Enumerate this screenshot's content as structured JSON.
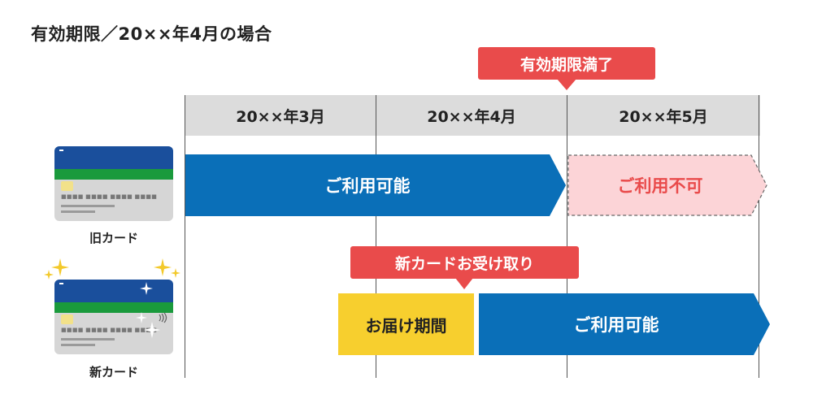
{
  "title": "有効期限／20××年4月の場合",
  "months": [
    "20××年3月",
    "20××年4月",
    "20××年5月"
  ],
  "expiry_tag": "有効期限満了",
  "old_card": {
    "label": "旧カード",
    "available": "ご利用可能",
    "unavailable": "ご利用不可"
  },
  "new_card": {
    "label": "新カード",
    "receive_tag": "新カードお受け取り",
    "delivery_period": "お届け期間",
    "available": "ご利用可能"
  },
  "card_number_mask": "■■■■ ■■■■ ■■■■ ■■■■",
  "colors": {
    "blue": "#0a6fb8",
    "red": "#e94b4b",
    "pink": "#fcd4d7",
    "yellow": "#f7cf2e",
    "header_gray": "#dcdcdc",
    "card_navy": "#1a4f9c",
    "card_green": "#1a9a3c"
  }
}
